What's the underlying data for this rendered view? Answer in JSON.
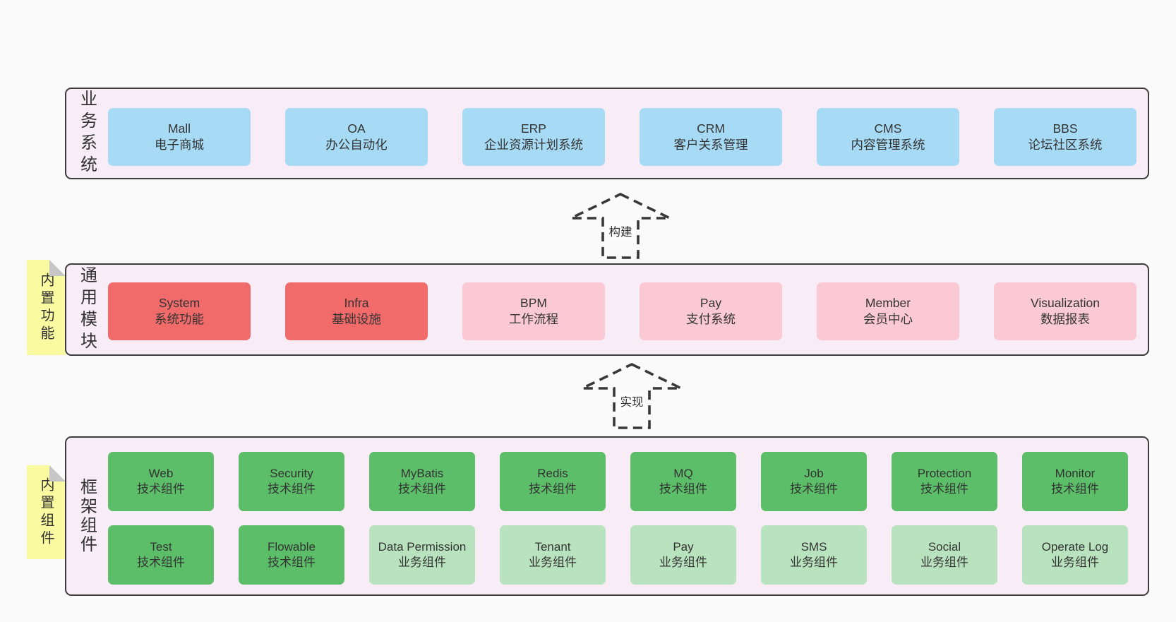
{
  "colors": {
    "page_bg": "#fafafa",
    "container_bg": "#f8edf6",
    "container_border": "#3d3d3d",
    "blue": "#a7dbf5",
    "red": "#f26b6b",
    "pink": "#fac9d3",
    "green": "#5dbe69",
    "lightgreen": "#b9e3be",
    "sticky_yellow": "#fafaa0",
    "sticky_fold": "#c6c6c6",
    "text": "#333333"
  },
  "top": {
    "label": "业务系统",
    "boxes": [
      {
        "title": "Mall",
        "subtitle": "电子商城",
        "variant": "blue"
      },
      {
        "title": "OA",
        "subtitle": "办公自动化",
        "variant": "blue"
      },
      {
        "title": "ERP",
        "subtitle": "企业资源计划系统",
        "variant": "blue"
      },
      {
        "title": "CRM",
        "subtitle": "客户关系管理",
        "variant": "blue"
      },
      {
        "title": "CMS",
        "subtitle": "内容管理系统",
        "variant": "blue"
      },
      {
        "title": "BBS",
        "subtitle": "论坛社区系统",
        "variant": "blue"
      }
    ]
  },
  "arrows": [
    {
      "label": "构建"
    },
    {
      "label": "实现"
    }
  ],
  "middle": {
    "label": "通用模块",
    "sticky": "内置功能",
    "boxes": [
      {
        "title": "System",
        "subtitle": "系统功能",
        "variant": "red"
      },
      {
        "title": "Infra",
        "subtitle": "基础设施",
        "variant": "red"
      },
      {
        "title": "BPM",
        "subtitle": "工作流程",
        "variant": "pink"
      },
      {
        "title": "Pay",
        "subtitle": "支付系统",
        "variant": "pink"
      },
      {
        "title": "Member",
        "subtitle": "会员中心",
        "variant": "pink"
      },
      {
        "title": "Visualization",
        "subtitle": "数据报表",
        "variant": "pink"
      }
    ]
  },
  "bottom": {
    "label": "框架组件",
    "sticky": "内置组件",
    "row1": [
      {
        "title": "Web",
        "subtitle": "技术组件",
        "variant": "green"
      },
      {
        "title": "Security",
        "subtitle": "技术组件",
        "variant": "green"
      },
      {
        "title": "MyBatis",
        "subtitle": "技术组件",
        "variant": "green"
      },
      {
        "title": "Redis",
        "subtitle": "技术组件",
        "variant": "green"
      },
      {
        "title": "MQ",
        "subtitle": "技术组件",
        "variant": "green"
      },
      {
        "title": "Job",
        "subtitle": "技术组件",
        "variant": "green"
      },
      {
        "title": "Protection",
        "subtitle": "技术组件",
        "variant": "green"
      },
      {
        "title": "Monitor",
        "subtitle": "技术组件",
        "variant": "green"
      }
    ],
    "row2": [
      {
        "title": "Test",
        "subtitle": "技术组件",
        "variant": "green"
      },
      {
        "title": "Flowable",
        "subtitle": "技术组件",
        "variant": "green"
      },
      {
        "title": "Data Permission",
        "subtitle": "业务组件",
        "variant": "lightgreen"
      },
      {
        "title": "Tenant",
        "subtitle": "业务组件",
        "variant": "lightgreen"
      },
      {
        "title": "Pay",
        "subtitle": "业务组件",
        "variant": "lightgreen"
      },
      {
        "title": "SMS",
        "subtitle": "业务组件",
        "variant": "lightgreen"
      },
      {
        "title": "Social",
        "subtitle": "业务组件",
        "variant": "lightgreen"
      },
      {
        "title": "Operate Log",
        "subtitle": "业务组件",
        "variant": "lightgreen"
      }
    ]
  }
}
